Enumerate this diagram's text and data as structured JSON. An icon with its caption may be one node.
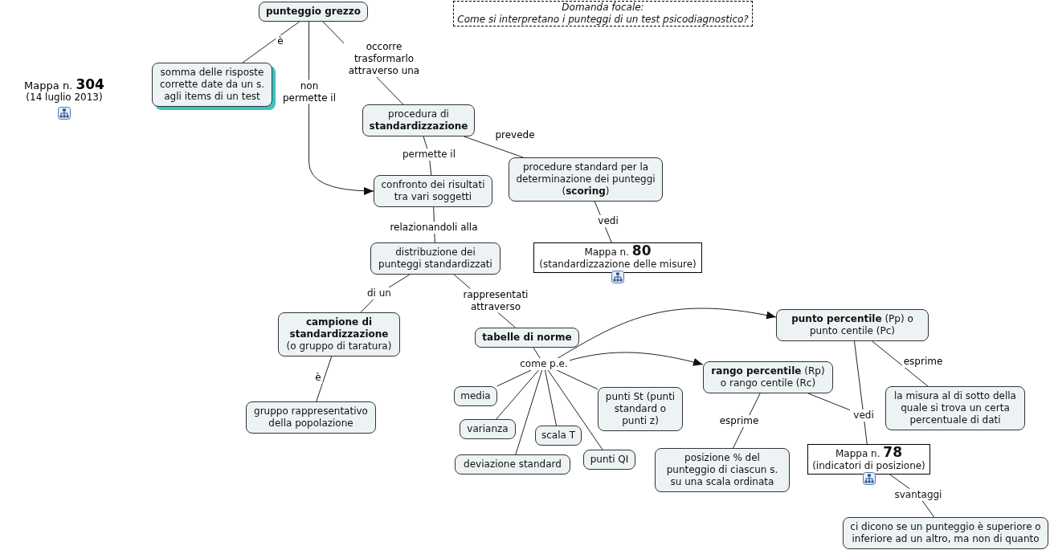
{
  "diagram": {
    "nodes": [
      {
        "text": [
          "punteggio grezzo"
        ]
      },
      {
        "text": [
          "somma delle risposte corrette date da un s. agli items di un test"
        ]
      },
      {
        "text": [
          "procedura di **standardizzazione**"
        ]
      },
      {
        "text": [
          "confronto dei risultati tra vari soggetti"
        ]
      },
      {
        "text": [
          "procedure standard per la determinazione dei punteggi (**scoring**)"
        ]
      },
      {
        "text": [
          "distribuzione dei punteggi standardizzati"
        ]
      },
      {
        "text": [
          "Mappa n. **80**",
          "(standardizzazione delle misure)"
        ]
      },
      {
        "text": [
          "campione di standardizzazione",
          "(o gruppo di taratura)"
        ]
      },
      {
        "text": [
          "tabelle di norme"
        ]
      },
      {
        "text": [
          "gruppo rappresentativo della popolazione"
        ]
      },
      {
        "text": [
          "come p.e."
        ]
      },
      {
        "text": [
          "**punto percentile** (Pp) o punto centile (Pc)"
        ]
      },
      {
        "text": [
          "**rango percentile** (Rp) o rango centile (Rc)"
        ]
      },
      {
        "text": [
          "media"
        ]
      },
      {
        "text": [
          "punti St (punti standard o punti z)"
        ]
      },
      {
        "text": [
          "varianza"
        ]
      },
      {
        "text": [
          "scala T"
        ]
      },
      {
        "text": [
          "punti QI"
        ]
      },
      {
        "text": [
          "deviazione standard"
        ]
      },
      {
        "text": [
          "la misura al di sotto della quale si trova un certa percentuale di dati"
        ]
      },
      {
        "text": [
          "vedi"
        ]
      },
      {
        "text": [
          "posizione % del punteggio di ciascun s. su una scala ordinata"
        ]
      },
      {
        "text": [
          "Mappa n. **78**",
          "(indicatori di posizione)"
        ]
      },
      {
        "text": [
          "ci dicono se un punteggio è superiore o inferiore ad un altro, ma non di quanto"
        ]
      },
      {
        "text": [
          "Domanda focale:",
          "Come si interpretano i punteggi di un test psicodiagnostico?"
        ]
      },
      {
        "text": [
          "permette il"
        ]
      },
      {
        "text": [
          "di un"
        ]
      },
      {
        "text": [
          "svantaggi"
        ]
      }
    ],
    "edges": [
      {
        "from": 0,
        "to": 1,
        "arrow": "none",
        "label": "è"
      },
      {
        "from": 0,
        "to": 3,
        "arrow": "to",
        "label": "non permette il"
      },
      {
        "from": 0,
        "to": 2,
        "arrow": "none",
        "label": "occorre trasformarlo attraverso una"
      },
      {
        "from": 2,
        "to": 25,
        "arrow": "none"
      },
      {
        "from": 25,
        "to": 3,
        "arrow": "none"
      },
      {
        "from": 2,
        "to": 4,
        "arrow": "none",
        "label": "prevede"
      },
      {
        "from": 4,
        "to": 6,
        "arrow": "none",
        "label": "vedi"
      },
      {
        "from": 3,
        "to": 5,
        "arrow": "none",
        "label": "relazionandoli alla"
      },
      {
        "from": 5,
        "to": 26,
        "arrow": "none"
      },
      {
        "from": 26,
        "to": 7,
        "arrow": "none"
      },
      {
        "from": 5,
        "to": 8,
        "arrow": "none",
        "label": "rappresentati attraverso"
      },
      {
        "from": 7,
        "to": 9,
        "arrow": "none",
        "label": "è"
      },
      {
        "from": 8,
        "to": 10,
        "arrow": "none"
      },
      {
        "from": 10,
        "to": 11,
        "arrow": "to"
      },
      {
        "from": 10,
        "to": 12,
        "arrow": "to"
      },
      {
        "from": 10,
        "to": 13,
        "arrow": "none"
      },
      {
        "from": 10,
        "to": 15,
        "arrow": "none"
      },
      {
        "from": 10,
        "to": 18,
        "arrow": "none"
      },
      {
        "from": 10,
        "to": 16,
        "arrow": "none"
      },
      {
        "from": 10,
        "to": 17,
        "arrow": "none"
      },
      {
        "from": 10,
        "to": 14,
        "arrow": "none"
      },
      {
        "from": 11,
        "to": 19,
        "arrow": "none",
        "label": "esprime"
      },
      {
        "from": 12,
        "to": 21,
        "arrow": "none",
        "label": "esprime"
      },
      {
        "from": 12,
        "to": 20,
        "arrow": "none"
      },
      {
        "from": 11,
        "to": 20,
        "arrow": "none"
      },
      {
        "from": 20,
        "to": 22,
        "arrow": "none"
      },
      {
        "from": 22,
        "to": 27,
        "arrow": "none"
      },
      {
        "from": 27,
        "to": 23,
        "arrow": "none"
      }
    ],
    "labels": [
      "Mappa n. **304**",
      "(14 luglio 2013)"
    ]
  }
}
